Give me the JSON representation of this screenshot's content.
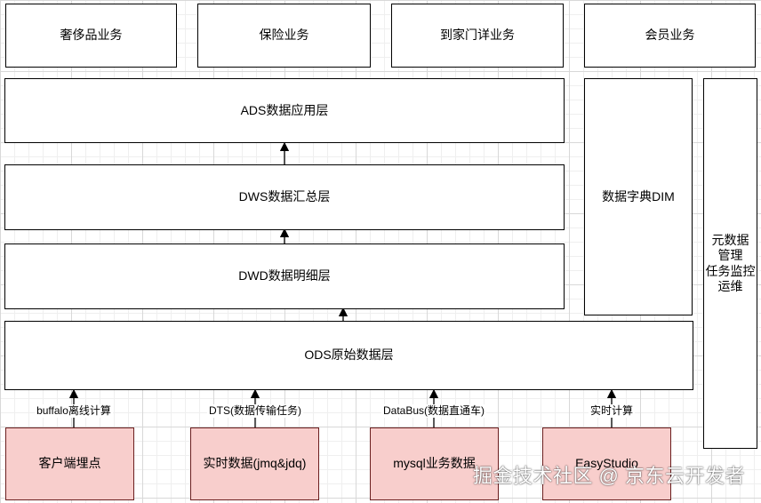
{
  "business": {
    "luxury": "奢侈品业务",
    "insurance": "保险业务",
    "home_service": "到家门详业务",
    "membership": "会员业务"
  },
  "layers": {
    "ads": "ADS数据应用层",
    "dws": "DWS数据汇总层",
    "dwd": "DWD数据明细层",
    "ods": "ODS原始数据层"
  },
  "dim": "数据字典DIM",
  "meta": {
    "line1": "元数据",
    "line2": "管理",
    "line3": "任务监控",
    "line4": "运维"
  },
  "sources": {
    "client": "客户端埋点",
    "realtime": "实时数据(jmq&jdq)",
    "mysql": "mysql业务数据",
    "easystudio": "EasyStudio"
  },
  "edges": {
    "client": "buffalo离线计算",
    "realtime": "DTS(数据传输任务)",
    "mysql": "DataBus(数据直通车)",
    "easystudio": "实时计算"
  },
  "watermark": "掘金技术社区 @ 京东云开发者"
}
